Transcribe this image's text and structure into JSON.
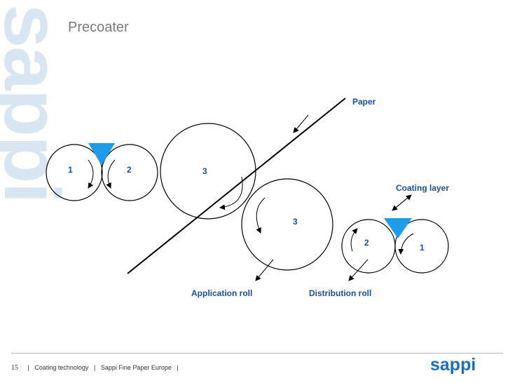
{
  "side_logo": "sappi",
  "title": "Precoater",
  "labels": {
    "paper": "Paper",
    "coating_layer": "Coating layer",
    "application_roll": "Application roll",
    "distribution_roll": "Distribution roll",
    "left_roll_1": "1",
    "left_roll_2": "2",
    "left_roll_3": "3",
    "right_roll_3": "3",
    "right_roll_2": "2",
    "right_roll_1": "1"
  },
  "footer": {
    "page": "15",
    "section": "Coating technology",
    "company": "Sappi Fine Paper Europe",
    "separator": "|"
  },
  "brand": "sappi",
  "colors": {
    "label_blue": "#1a4f9c",
    "triangle_blue": "#1e9ce8",
    "brand_blue": "#1b6ec2",
    "side_logo": "#d8e6f2",
    "title_gray": "#7a7a7a"
  }
}
